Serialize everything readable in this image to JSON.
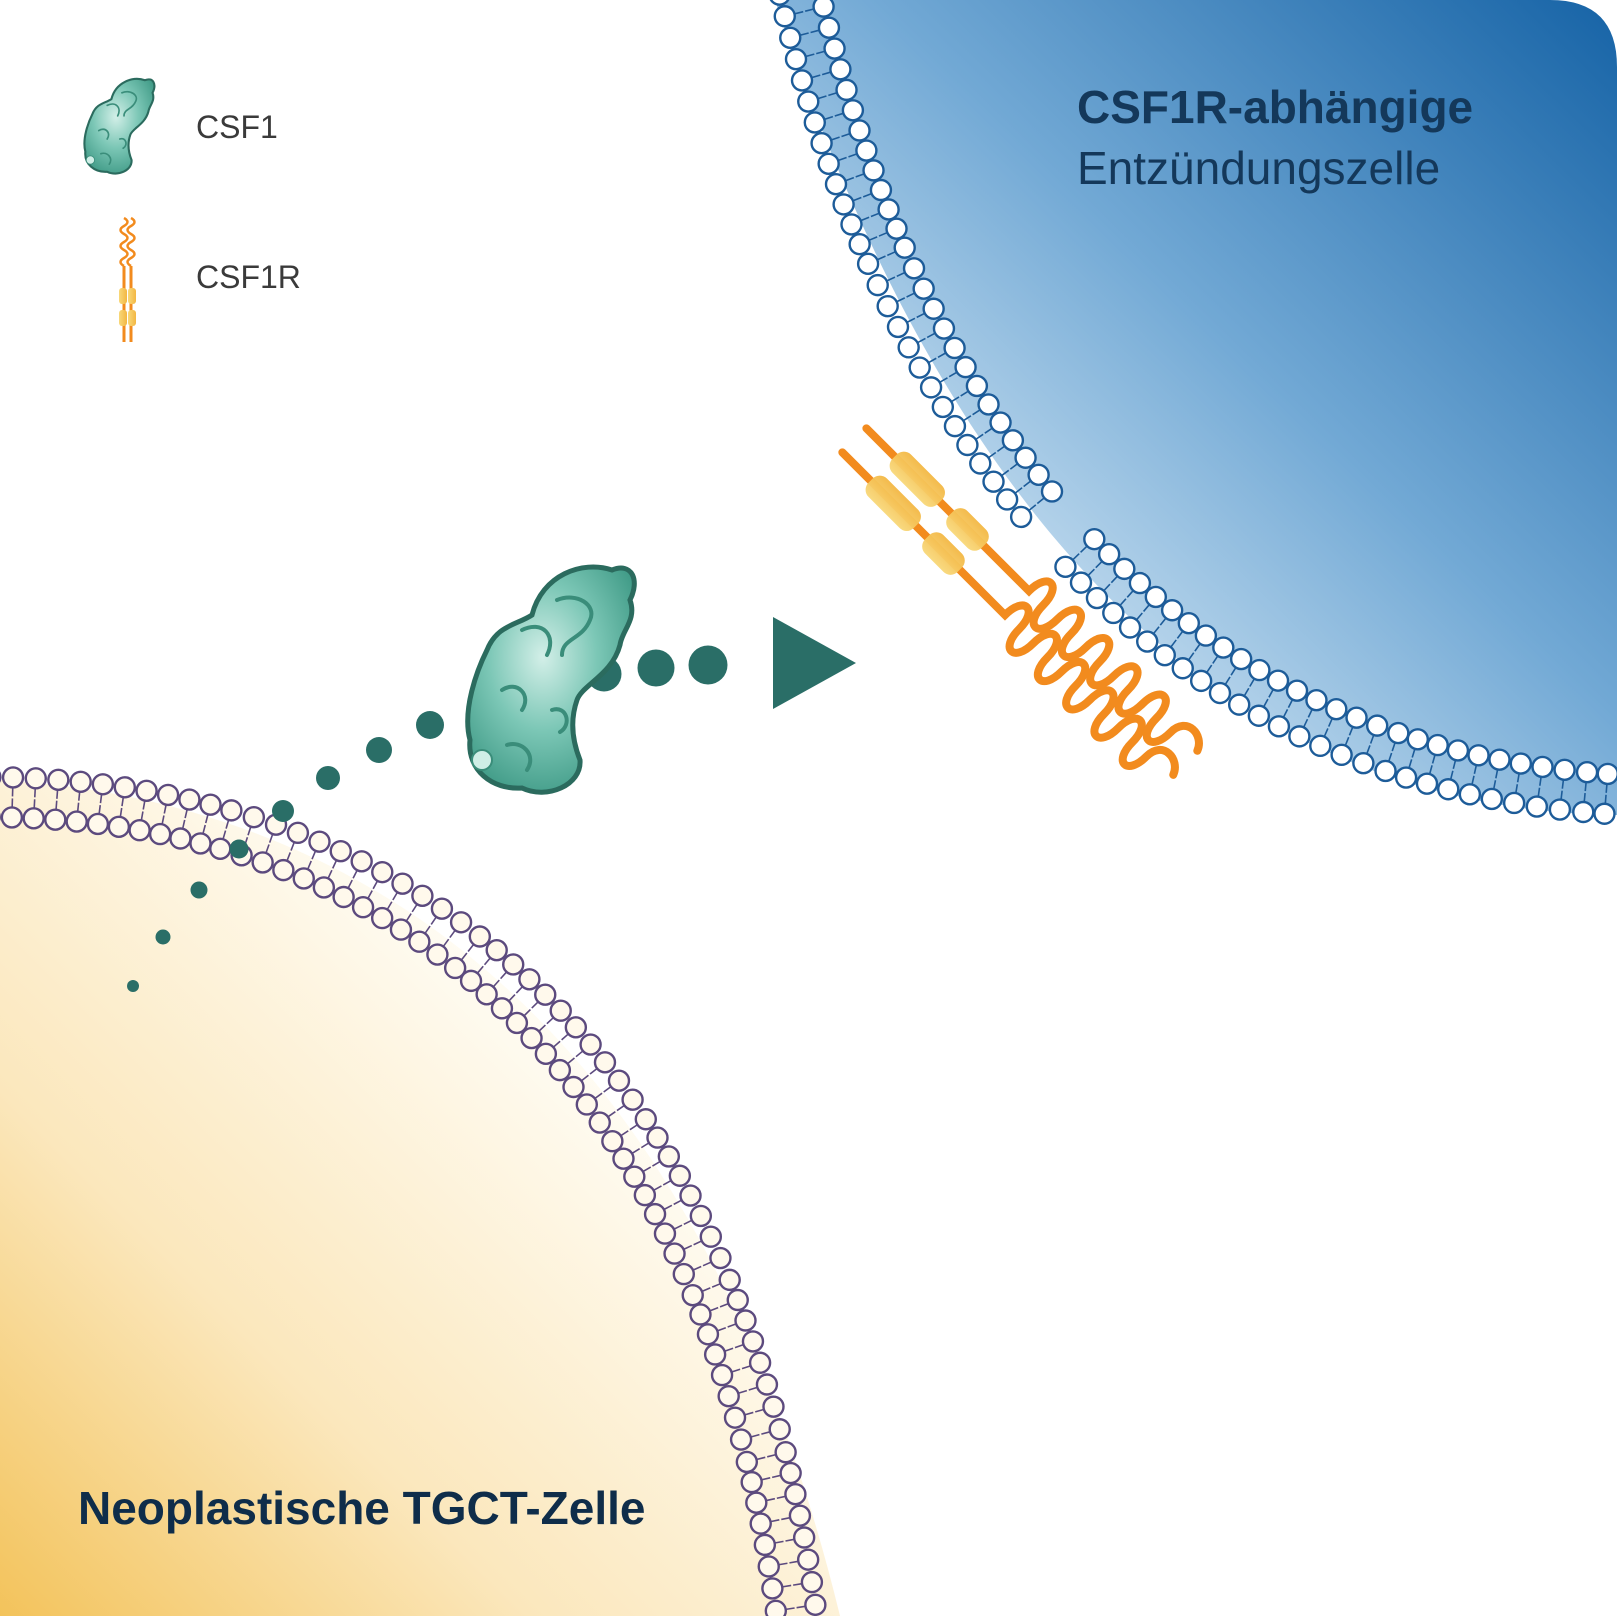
{
  "legend": {
    "items": [
      {
        "label": "CSF1",
        "icon": "csf1-protein-icon"
      },
      {
        "label": "CSF1R",
        "icon": "csf1r-receptor-icon"
      }
    ]
  },
  "inflammatory_cell": {
    "title_line1": "CSF1R-abhängige",
    "title_line2": "Entzündungszelle"
  },
  "tumor_cell": {
    "title": "Neoplastische TGCT-Zelle"
  },
  "colors": {
    "inflammatory_cell_light": "#d6e8f5",
    "inflammatory_cell_dark": "#1a64a6",
    "tumor_cell_light": "#fefbf2",
    "tumor_cell_dark": "#f3c35e",
    "blue_membrane": "#1d5c99",
    "purple_membrane": "#5c4a7e",
    "csf1_teal": "#5fb7a4",
    "csf1_outline": "#2b6b5e",
    "signal_teal": "#2a6e67",
    "receptor_orange": "#f28b1e",
    "receptor_segment": "#f6c65a"
  }
}
